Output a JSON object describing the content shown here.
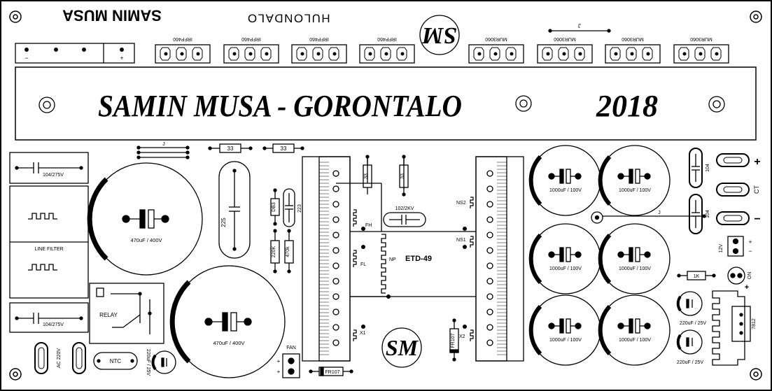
{
  "board": {
    "top_mirrored_name": "SAMIN MUSA",
    "top_mirrored_city": "HULONDALO",
    "banner_text": "SAMIN MUSA - GORONTALO",
    "banner_year": "2018",
    "logo_text": "SM"
  },
  "transistors": {
    "igbt_label": "IRFP460",
    "diode_label": "MUR3060"
  },
  "components": {
    "jumper": "J",
    "res_33": "33",
    "cap_104_275v": "104/275V",
    "line_filter": "LINE FILTER",
    "relay": "RELAY",
    "ntc": "NTC",
    "ac_220v": "AC 220V",
    "cap_470uf_400v": "470uF / 400V",
    "cap_225": "225",
    "db3": "DB3",
    "cap_223": "223",
    "res_220k": "220K",
    "res_470k": "470k",
    "cap_102_2kv": "102/2KV",
    "transformer": "ETD-49",
    "np": "NP",
    "fh": "FH",
    "fl": "FL",
    "x1": "X1",
    "x2": "X2",
    "ns1": "NS1",
    "ns2": "NS2",
    "fr107": "FR107",
    "fan": "FAN",
    "cap_1000uf_100v": "1000uF / 100V",
    "cap_104": "104",
    "ct": "CT",
    "plus": "+",
    "minus": "−",
    "v12": "12V",
    "on": "ON",
    "res_1k": "1K",
    "cap_220uf_25v": "220uF / 25V",
    "reg_7812": "7812"
  }
}
